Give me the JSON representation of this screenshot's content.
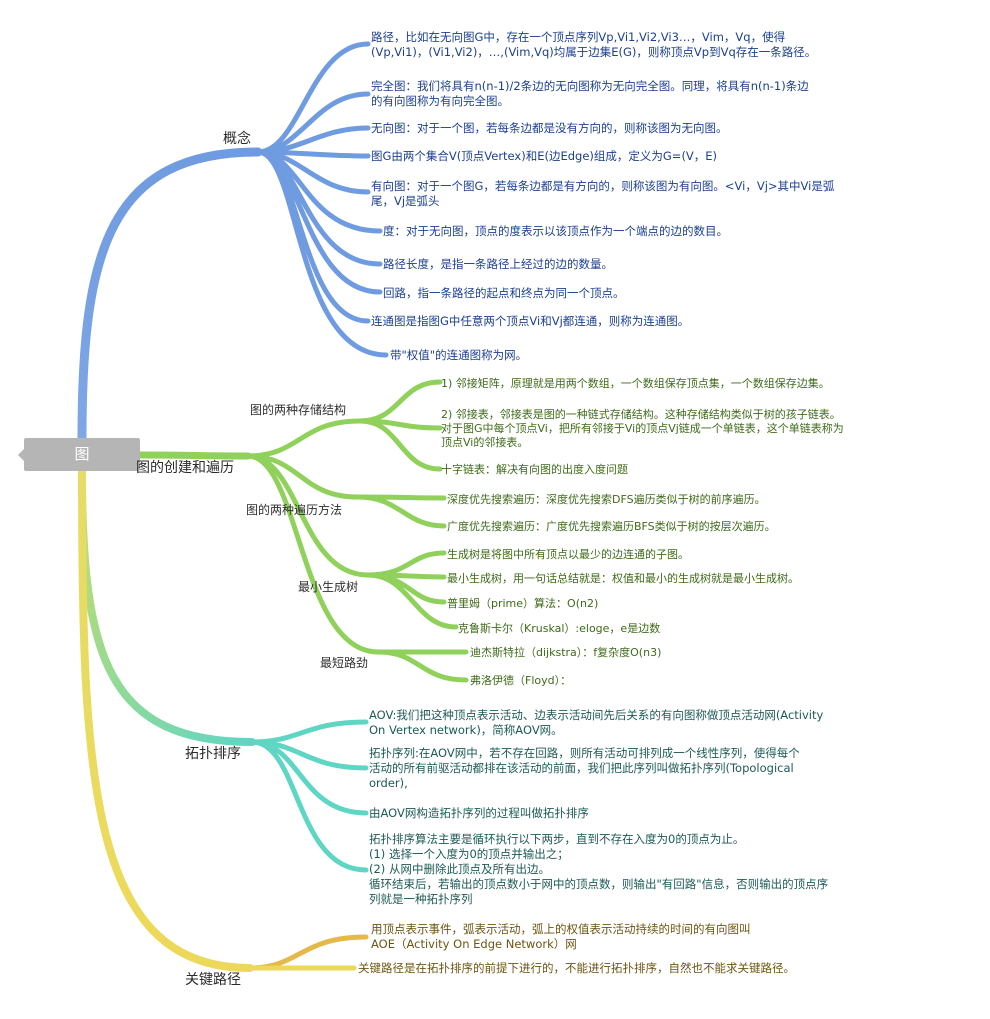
{
  "root": {
    "label": "图"
  },
  "branches": {
    "concepts": {
      "label": "概念",
      "color": "#6f9be0",
      "items": [
        "路径，比如在无向图G中，存在一个顶点序列Vp,Vi1,Vi2,Vi3…，Vim，Vq，使得\n(Vp,Vi1)，(Vi1,Vi2)，…,(Vim,Vq)均属于边集E(G)，则称顶点Vp到Vq存在一条路径。",
        "完全图：我们将具有n(n-1)/2条边的无向图称为无向完全图。同理，将具有n(n-1)条边\n的有向图称为有向完全图。",
        "无向图：对于一个图，若每条边都是没有方向的，则称该图为无向图。",
        "图G由两个集合V(顶点Vertex)和E(边Edge)组成，定义为G=(V，E)",
        "有向图：对于一个图G，若每条边都是有方向的，则称该图为有向图。<Vi，Vj>其中Vi是弧\n尾，Vj是弧头",
        "度：对于无向图，顶点的度表示以该顶点作为一个端点的边的数目。",
        "路径长度，是指一条路径上经过的边的数量。",
        "回路，指一条路径的起点和终点为同一个顶点。",
        "连通图是指图G中任意两个顶点Vi和Vj都连通，则称为连通图。",
        "带\"权值\"的连通图称为网。"
      ]
    },
    "creation": {
      "label": "图的创建和遍历",
      "color": "#8fd15a",
      "groups": [
        {
          "label": "图的两种存储结构",
          "items": [
            "1) 邻接矩阵，原理就是用两个数组，一个数组保存顶点集，一个数组保存边集。",
            "2) 邻接表，邻接表是图的一种链式存储结构。这种存储结构类似于树的孩子链表。\n对于图G中每个顶点Vi，把所有邻接于Vi的顶点Vj链成一个单链表，这个单链表称为\n顶点Vi的邻接表。",
            "十字链表：解决有向图的出度入度问题"
          ]
        },
        {
          "label": "图的两种遍历方法",
          "items": [
            "深度优先搜索遍历：深度优先搜索DFS遍历类似于树的前序遍历。",
            "广度优先搜索遍历：广度优先搜索遍历BFS类似于树的按层次遍历。"
          ]
        },
        {
          "label": "最小生成树",
          "items": [
            "生成树是将图中所有顶点以最少的边连通的子图。",
            "最小生成树，用一句话总结就是：权值和最小的生成树就是最小生成树。",
            "普里姆（prime）算法：O(n2)",
            "克鲁斯卡尔（Kruskal）:eloge，e是边数"
          ]
        },
        {
          "label": "最短路劲",
          "items": [
            "迪杰斯特拉（dijkstra）：f复杂度O(n3)",
            "弗洛伊德（Floyd）："
          ]
        }
      ]
    },
    "topo": {
      "label": "拓扑排序",
      "color": "#5fd6c4",
      "items": [
        "AOV:我们把这种顶点表示活动、边表示活动间先后关系的有向图称做顶点活动网(Activity\nOn Vertex network)，简称AOV网。",
        "拓扑序列:在AOV网中，若不存在回路，则所有活动可排列成一个线性序列，使得每个\n活动的所有前驱活动都排在该活动的前面，我们把此序列叫做拓扑序列(Topological\norder),",
        "由AOV网构造拓扑序列的过程叫做拓扑排序",
        "拓扑排序算法主要是循环执行以下两步，直到不存在入度为0的顶点为止。\n(1) 选择一个入度为0的顶点并输出之；\n(2) 从网中删除此顶点及所有出边。\n循环结束后，若输出的顶点数小于网中的顶点数，则输出\"有回路\"信息，否则输出的顶点序\n列就是一种拓扑序列"
      ]
    },
    "critical": {
      "label": "关键路径",
      "color": "#ecd95a",
      "items": [
        "用顶点表示事件，弧表示活动，弧上的权值表示活动持续的时间的有向图叫\nAOE（Activity On Edge Network）网",
        "关键路径是在拓扑排序的前提下进行的，不能进行拓扑排序，自然也不能求关键路径。"
      ]
    }
  }
}
